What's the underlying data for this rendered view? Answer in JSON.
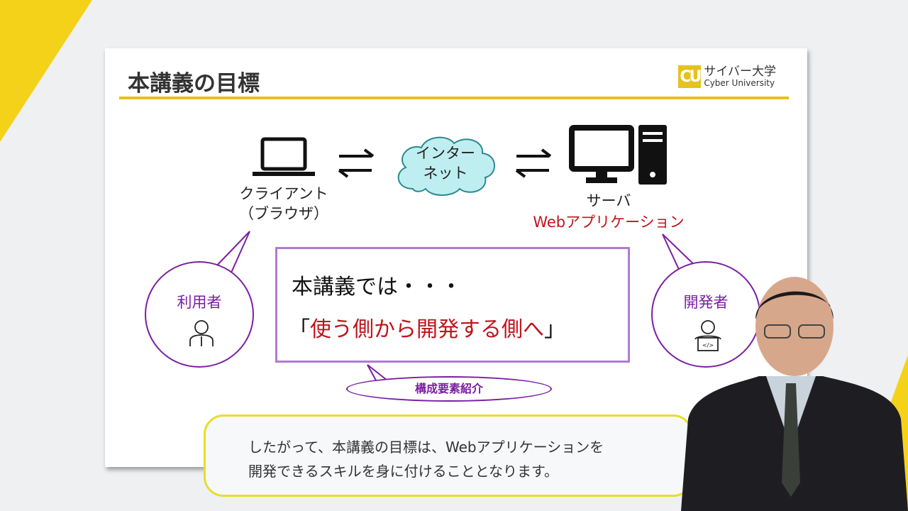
{
  "slide": {
    "title": "本講義の目標",
    "logo": {
      "mark": "CU",
      "name_ja": "サイバー大学",
      "name_en": "Cyber University"
    },
    "client_label": "クライアント",
    "client_sub": "（ブラウザ）",
    "internet_line1": "インター",
    "internet_line2": "ネット",
    "server_label": "サーバ",
    "server_app": "Webアプリケーション",
    "user_bubble": "利用者",
    "dev_bubble": "開発者",
    "main_line1": "本講義では・・・",
    "main_open": "「",
    "main_red": "使う側から開発する側へ",
    "main_close": "」",
    "pill": "構成要素紹介"
  },
  "caption": {
    "line1": "したがって、本講義の目標は、Webアプリケーションを",
    "line2": "開発できるスキルを身に付けることとなります。"
  },
  "colors": {
    "accent_yellow": "#e5c21c",
    "purple": "#7b1fa2",
    "red": "#c0141c"
  }
}
